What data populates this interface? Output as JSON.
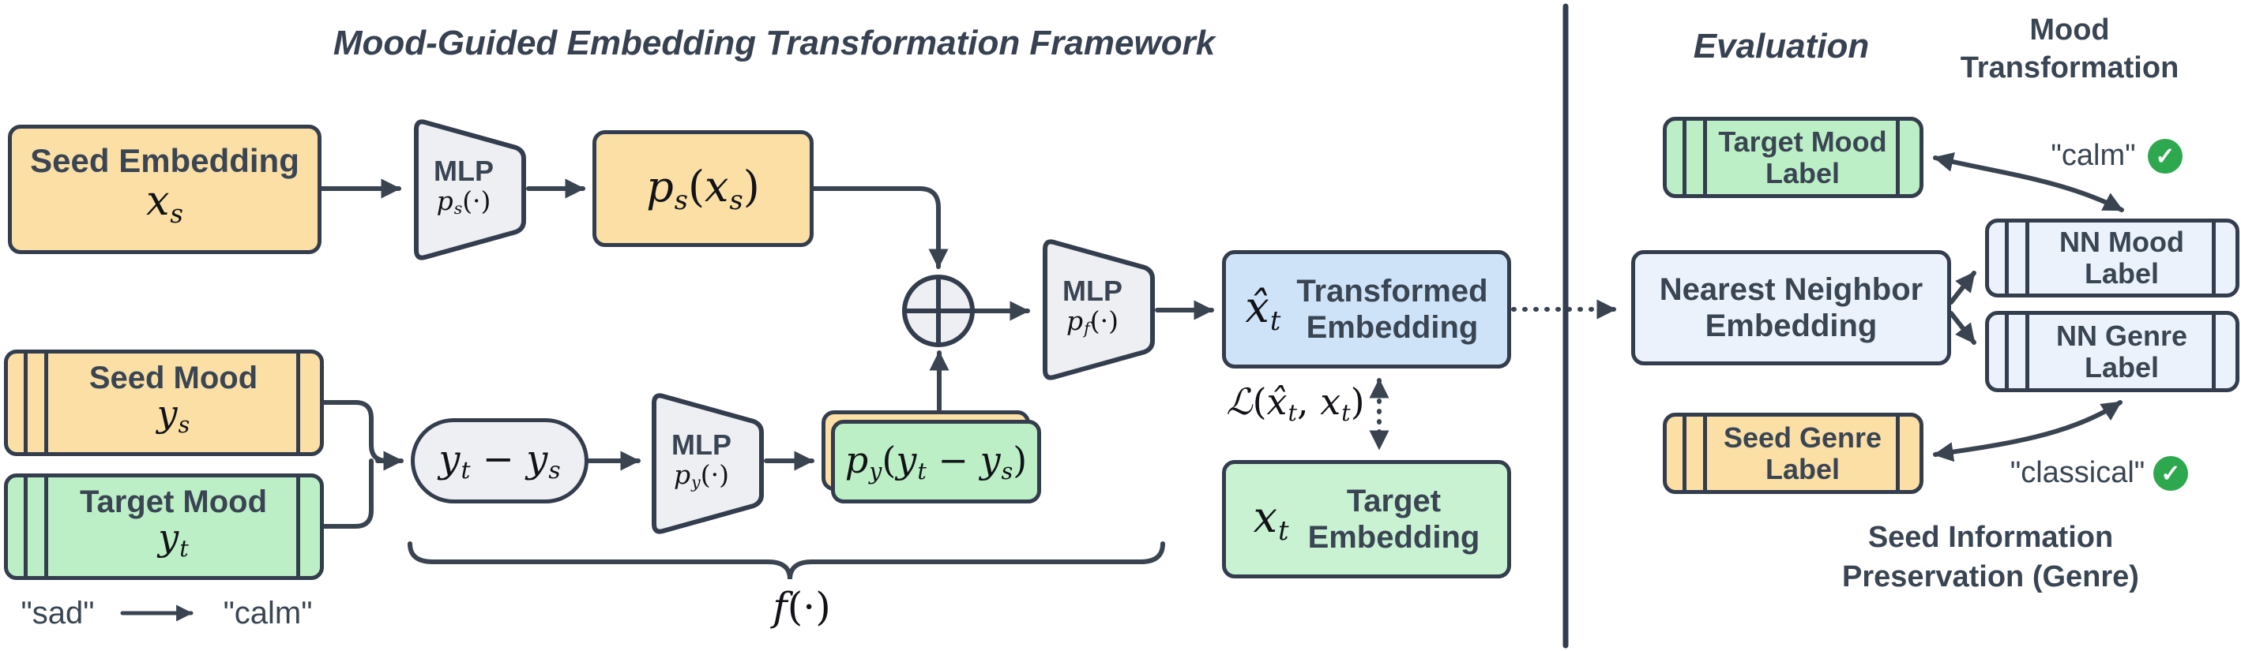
{
  "colors": {
    "ink": "#3A4553",
    "border": "#333D4D",
    "line": "#3A4451",
    "orange_fill": "#FBDFA5",
    "green_fill": "#BDEFC6",
    "green_light_fill": "#C9F2D2",
    "blue_fill": "#CFE3F8",
    "blue_light_fill": "#EBF2FB",
    "gray_fill": "#EDEFF2",
    "check_green": "#2EA84F"
  },
  "left_panel": {
    "title": "Mood-Guided Embedding Transformation Framework",
    "seed_embedding": {
      "label": "Seed Embedding",
      "math": [
        [
          "i",
          "x"
        ],
        [
          "s",
          "s"
        ]
      ]
    },
    "mlp_ps": {
      "label": "MLP",
      "math": [
        [
          "i",
          "p"
        ],
        [
          "s",
          "s"
        ],
        [
          "n",
          "(·)"
        ]
      ]
    },
    "ps_xs": {
      "math": [
        [
          "i",
          "p"
        ],
        [
          "s",
          "s"
        ],
        [
          "n",
          "("
        ],
        [
          "i",
          "x"
        ],
        [
          "s",
          "s"
        ],
        [
          "n",
          ")"
        ]
      ]
    },
    "seed_mood": {
      "label": "Seed Mood",
      "math": [
        [
          "i",
          "y"
        ],
        [
          "s",
          "s"
        ]
      ]
    },
    "target_mood": {
      "label": "Target Mood",
      "math": [
        [
          "i",
          "y"
        ],
        [
          "s",
          "t"
        ]
      ]
    },
    "mood_diff": {
      "math": [
        [
          "i",
          "y"
        ],
        [
          "s",
          "t"
        ],
        [
          "n",
          " − "
        ],
        [
          "i",
          "y"
        ],
        [
          "s",
          "s"
        ]
      ]
    },
    "mlp_py": {
      "label": "MLP",
      "math": [
        [
          "i",
          "p"
        ],
        [
          "s",
          "y"
        ],
        [
          "n",
          "(·)"
        ]
      ]
    },
    "py_out": {
      "math": [
        [
          "i",
          "p"
        ],
        [
          "s",
          "y"
        ],
        [
          "n",
          "("
        ],
        [
          "i",
          "y"
        ],
        [
          "s",
          "t"
        ],
        [
          "n",
          " − "
        ],
        [
          "i",
          "y"
        ],
        [
          "s",
          "s"
        ],
        [
          "n",
          ")"
        ]
      ]
    },
    "mlp_pf": {
      "label": "MLP",
      "math": [
        [
          "i",
          "p"
        ],
        [
          "s",
          "f"
        ],
        [
          "n",
          "(·)"
        ]
      ]
    },
    "transformed_embedding": {
      "math": [
        [
          "i",
          "x̂"
        ],
        [
          "s",
          "t"
        ]
      ],
      "label_lines": [
        "Transformed",
        "Embedding"
      ]
    },
    "loss": {
      "math": [
        [
          "i",
          "ℒ"
        ],
        [
          "n",
          "("
        ],
        [
          "i",
          "x̂"
        ],
        [
          "s",
          "t"
        ],
        [
          "n",
          ", "
        ],
        [
          "i",
          "x"
        ],
        [
          "s",
          "t"
        ],
        [
          "n",
          ")"
        ]
      ]
    },
    "target_embedding": {
      "math": [
        [
          "i",
          "x"
        ],
        [
          "s",
          "t"
        ]
      ],
      "label_lines": [
        "Target",
        "Embedding"
      ]
    },
    "f_fn": {
      "math": [
        [
          "i",
          "f"
        ],
        [
          "n",
          "(·)"
        ]
      ]
    },
    "mood_shift": {
      "from": "\"sad\"",
      "to": "\"calm\""
    }
  },
  "right_panel": {
    "title": "Evaluation",
    "mood_heading_lines": [
      "Mood",
      "Transformation"
    ],
    "genre_heading_lines": [
      "Seed Information",
      "Preservation (Genre)"
    ],
    "target_mood_label_lines": [
      "Target Mood",
      "Label"
    ],
    "nn_embedding_lines": [
      "Nearest Neighbor",
      "Embedding"
    ],
    "nn_mood_label_lines": [
      "NN Mood",
      "Label"
    ],
    "nn_genre_label_lines": [
      "NN Genre",
      "Label"
    ],
    "seed_genre_label_lines": [
      "Seed Genre",
      "Label"
    ],
    "mood_check_label": "\"calm\"",
    "genre_check_label": "\"classical\"",
    "check_glyph": "✓"
  }
}
